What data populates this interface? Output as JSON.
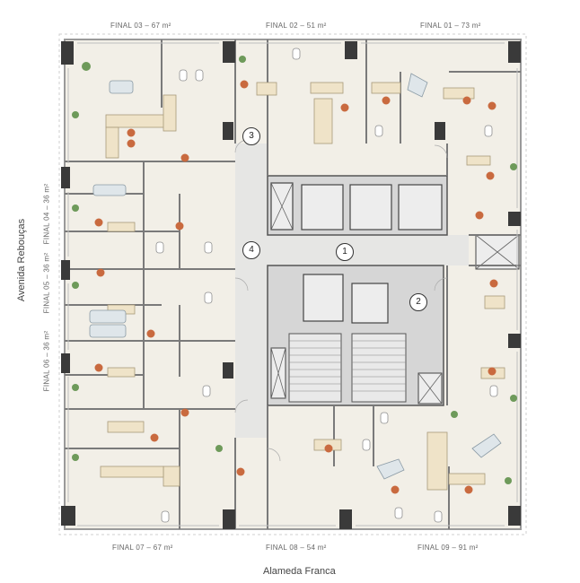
{
  "units": {
    "top": [
      "FINAL 03 – 67 m²",
      "FINAL 02 – 51 m²",
      "FINAL 01 – 73 m²"
    ],
    "left": [
      "FINAL 04 – 36 m²",
      "FINAL 05 – 36 m²",
      "FINAL 06 – 36 m²"
    ],
    "bottom": [
      "FINAL 07 – 67 m²",
      "FINAL 08 – 54 m²",
      "FINAL 09 – 91 m²"
    ]
  },
  "streets": {
    "bottom": "Alameda Franca",
    "left": "Avenida Rebouças"
  },
  "markers": [
    "1",
    "2",
    "3",
    "4"
  ],
  "colors": {
    "floor": "#f2efe7",
    "corridor": "#e6e6e4",
    "wall": "#3a3a3a",
    "core": "#d9d9d9",
    "accent_chair": "#c96a3f",
    "furniture": "#efe3c8",
    "plants": "#6e9a5a"
  }
}
